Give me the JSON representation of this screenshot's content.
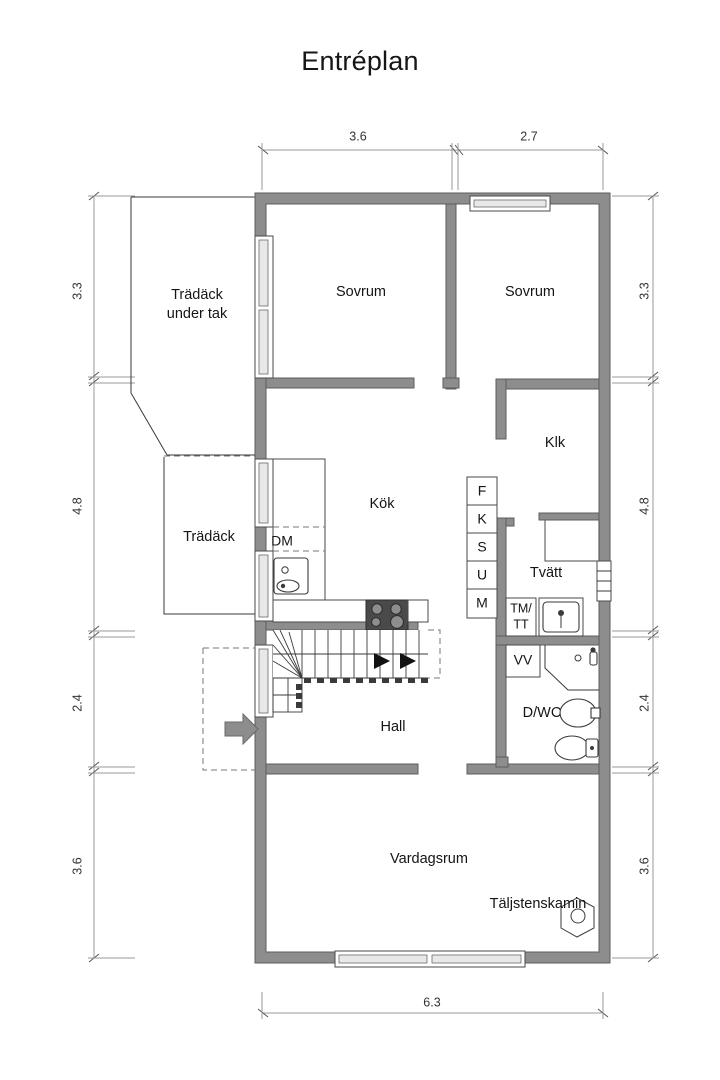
{
  "title": "Entréplan",
  "dimensions": {
    "top": [
      {
        "label": "3.6"
      },
      {
        "label": "2.7"
      }
    ],
    "bottom": [
      {
        "label": "6.3"
      }
    ],
    "left": [
      {
        "label": "3.3"
      },
      {
        "label": "4.8"
      },
      {
        "label": "2.4"
      },
      {
        "label": "3.6"
      }
    ],
    "right": [
      {
        "label": "3.3"
      },
      {
        "label": "4.8"
      },
      {
        "label": "2.4"
      },
      {
        "label": "3.6"
      }
    ]
  },
  "rooms": [
    {
      "id": "deck_covered_l1",
      "label": "Trädäck"
    },
    {
      "id": "deck_covered_l2",
      "label": "under tak"
    },
    {
      "id": "bedroom_left",
      "label": "Sovrum"
    },
    {
      "id": "bedroom_right",
      "label": "Sovrum"
    },
    {
      "id": "closet",
      "label": "Klk"
    },
    {
      "id": "kitchen",
      "label": "Kök"
    },
    {
      "id": "deck",
      "label": "Trädäck"
    },
    {
      "id": "laundry",
      "label": "Tvätt"
    },
    {
      "id": "bathroom",
      "label": "D/WC"
    },
    {
      "id": "hall",
      "label": "Hall"
    },
    {
      "id": "living_room",
      "label": "Vardagsrum"
    },
    {
      "id": "fireplace",
      "label": "Täljstenskamin"
    }
  ],
  "appliances": {
    "dishwasher": "DM",
    "column": [
      {
        "label": "F"
      },
      {
        "label": "K"
      },
      {
        "label": "S"
      },
      {
        "label": "U"
      },
      {
        "label": "M"
      }
    ],
    "washer_line1": "TM/",
    "washer_line2": "TT",
    "water_heater": "VV"
  },
  "colors": {
    "wall_fill": "#8d8d8d",
    "wall_stroke": "#5d5d5d",
    "line": "#3a3a3a",
    "dim_line": "#9a9a9a",
    "text": "#141414",
    "background": "#ffffff"
  }
}
